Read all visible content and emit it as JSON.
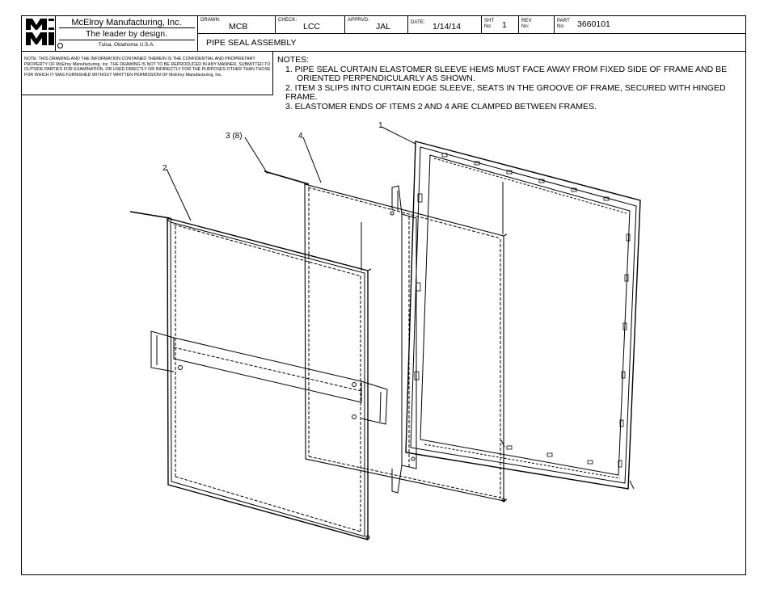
{
  "title_block": {
    "company_name": "McElroy Manufacturing, Inc.",
    "slogan": "The leader by design.",
    "location": "Tulsa, Oklahoma U.S.A.",
    "logo_text": "MMI",
    "drawn_label": "DRAWN:",
    "drawn_value": "MCB",
    "check_label": "CHECK:",
    "check_value": "LCC",
    "apprvd_label": "APPRVD:",
    "apprvd_value": "JAL",
    "date_label": "DATE:",
    "date_value": "1/14/14",
    "sht_label": "SHT",
    "sht_no_label": "No:",
    "sht_value": "1",
    "rev_label": "REV",
    "rev_no_label": "No:",
    "rev_value": "",
    "part_label": "PART",
    "part_no_label": "No:",
    "part_value": "3660101",
    "drawing_title": "PIPE SEAL ASSEMBLY"
  },
  "confidential_notice": "NOTE: THIS DRAWING AND THE INFORMATION CONTAINED THEREIN IS THE CONFIDENTIAL AND PROPRIETARY PROPERTY OF McElroy Manufacturing, Inc. THE DRAWING IS NOT TO BE REPRODUCED IN ANY MANNER, SUBMITTED TO OUTSIDE PARTIES FOR EXAMINATION, OR USED DIRECTLY OR INDIRECTLY FOR THE PURPOSES OTHER THAN THOSE FOR WHICH IT WAS FURNISHED WITHOUT WRITTEN PERMISSION OF McElroy Manufacturing, Inc.",
  "notes": {
    "title": "NOTES:",
    "items": [
      "1. PIPE SEAL CURTAIN ELASTOMER SLEEVE HEMS MUST FACE AWAY FROM FIXED SIDE OF FRAME AND BE",
      "ORIENTED PERPENDICULARLY AS SHOWN.",
      "2. ITEM 3 SLIPS INTO CURTAIN EDGE SLEEVE, SEATS IN THE GROOVE OF FRAME, SECURED WITH HINGED FRAME.",
      "3. ELASTOMER ENDS OF ITEMS 2 AND 4 ARE CLAMPED BETWEEN FRAMES."
    ]
  },
  "callouts": {
    "item1": "1",
    "item2": "2",
    "item3": "3 (8)",
    "item4": "4"
  }
}
